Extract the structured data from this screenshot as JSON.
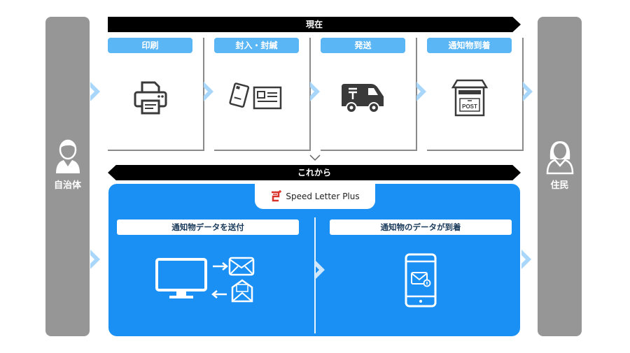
{
  "actors": {
    "left": {
      "label": "自治体",
      "icon": "male-user-icon"
    },
    "right": {
      "label": "住民",
      "icon": "female-user-icon"
    }
  },
  "current": {
    "banner": "現在",
    "steps": [
      {
        "label": "印刷",
        "icon": "printer-icon"
      },
      {
        "label": "封入・封緘",
        "icon": "envelope-postcard-icon"
      },
      {
        "label": "発送",
        "icon": "postal-van-icon"
      },
      {
        "label": "通知物到着",
        "icon": "post-box-icon"
      }
    ]
  },
  "future": {
    "banner": "これから",
    "brand": {
      "name": "Speed Letter Plus",
      "logo": "speed-letter-plus-logo",
      "accent": "#d8322a"
    },
    "steps": [
      {
        "label": "通知物データを送付",
        "icon": "monitor-mail-icon"
      },
      {
        "label": "通知物のデータが到着",
        "icon": "smartphone-mail-icon"
      }
    ]
  },
  "colors": {
    "pillar": "#969696",
    "step_label": "#5bb6f5",
    "chevron": "#a9d6fb",
    "future_bg": "#1a90f5",
    "banner": "#000000",
    "icon": "#3a3a3a"
  }
}
